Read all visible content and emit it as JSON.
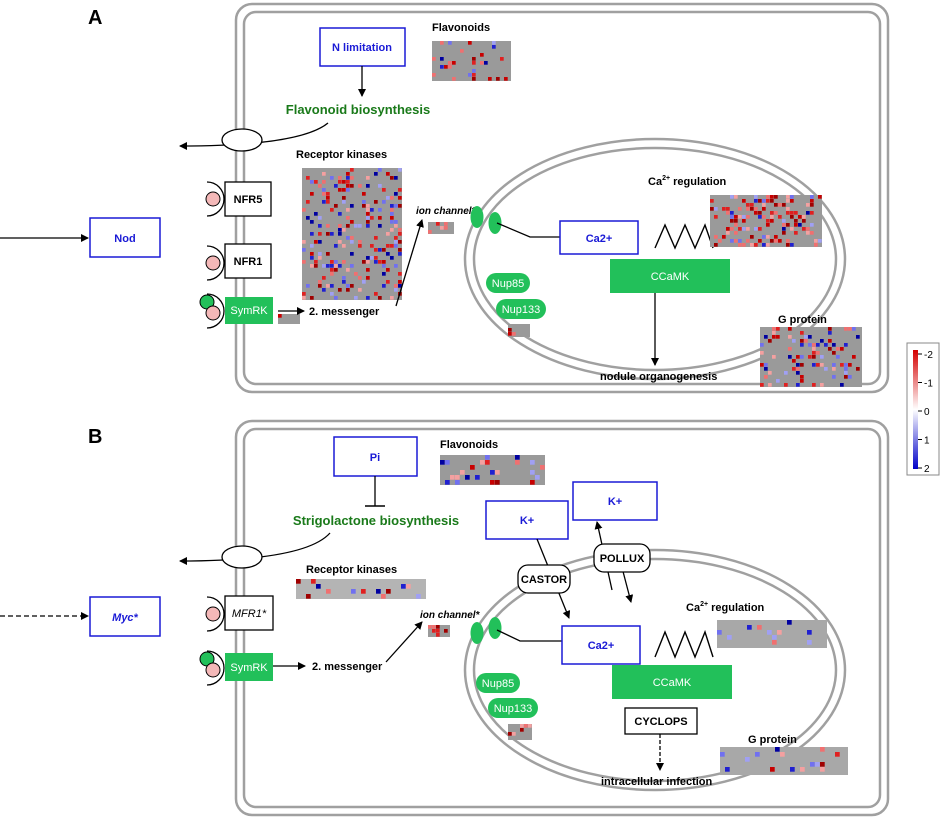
{
  "panel_a": {
    "label": "A",
    "n_limitation": "N limitation",
    "flavonoids": "Flavonoids",
    "flavonoid_biosynthesis": "Flavonoid biosynthesis",
    "receptor_kinases": "Receptor kinases",
    "nod": "Nod",
    "nfr5": "NFR5",
    "nfr1": "NFR1",
    "symrk": "SymRK",
    "second_messenger": "2. messenger",
    "ion_channel": "ion channel*",
    "ca2": "Ca2+",
    "ca_regulation_prefix": "Ca",
    "ca_regulation_sup": "2+",
    "ca_regulation_suffix": " regulation",
    "ccamk": "CCaMK",
    "nup85": "Nup85",
    "nup133": "Nup133",
    "g_protein": "G protein",
    "outcome": "nodule organogenesis"
  },
  "panel_b": {
    "label": "B",
    "pi": "Pi",
    "flavonoids": "Flavonoids",
    "strigolactone_biosynthesis": "Strigolactone biosynthesis",
    "receptor_kinases": "Receptor kinases",
    "myc": "Myc*",
    "mfr1": "MFR1*",
    "symrk": "SymRK",
    "second_messenger": "2. messenger",
    "ion_channel": "ion channel*",
    "k_left": "K+",
    "k_right": "K+",
    "castor": "CASTOR",
    "pollux": "POLLUX",
    "ca2": "Ca2+",
    "ca_regulation_prefix": "Ca",
    "ca_regulation_sup": "2+",
    "ca_regulation_suffix": " regulation",
    "ccamk": "CCaMK",
    "cyclops": "CYCLOPS",
    "nup85": "Nup85",
    "nup133": "Nup133",
    "g_protein": "G protein",
    "outcome": "intracellular infection"
  },
  "legend": {
    "ticks": [
      "-2",
      "-1",
      "0",
      "1",
      "2"
    ],
    "colors": {
      "high_negative": "#d40000",
      "zero": "#ffffff",
      "high_positive": "#0000c8"
    }
  },
  "colors": {
    "membrane": "#a0a0a0",
    "node_blue": "#1a1ad6",
    "node_green": "#22c05a",
    "heatmap_gray": "#999999",
    "label_green": "#1a7a1a"
  }
}
